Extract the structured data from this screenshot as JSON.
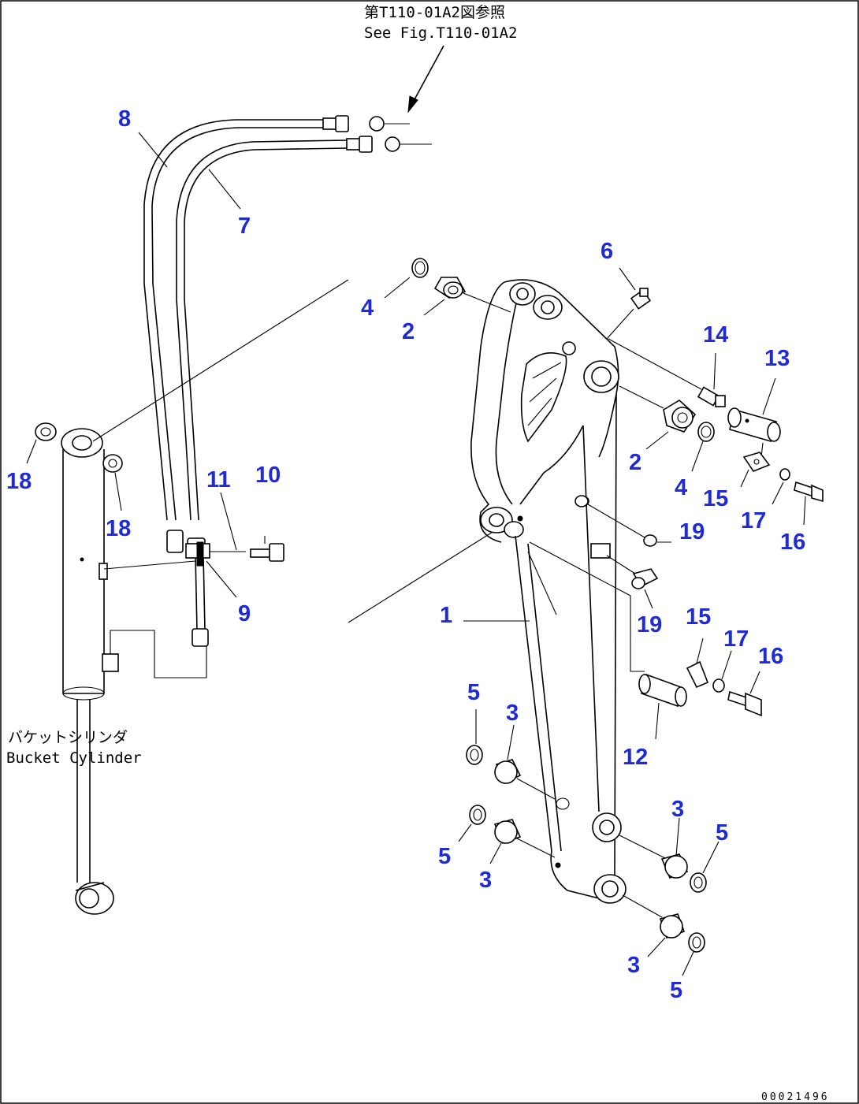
{
  "reference": {
    "line1": "第T110-01A2図参照",
    "line2": "See Fig.T110-01A2"
  },
  "component_label": {
    "line1": "バケットシリンダ",
    "line2": "Bucket Cylinder"
  },
  "document_id": "00021496",
  "callouts": [
    {
      "id": "c8",
      "text": "8"
    },
    {
      "id": "c7",
      "text": "7"
    },
    {
      "id": "c6",
      "text": "6"
    },
    {
      "id": "c4a",
      "text": "4"
    },
    {
      "id": "c2a",
      "text": "2"
    },
    {
      "id": "c14",
      "text": "14"
    },
    {
      "id": "c13",
      "text": "13"
    },
    {
      "id": "c2b",
      "text": "2"
    },
    {
      "id": "c4b",
      "text": "4"
    },
    {
      "id": "c15a",
      "text": "15"
    },
    {
      "id": "c17a",
      "text": "17"
    },
    {
      "id": "c16a",
      "text": "16"
    },
    {
      "id": "c19a",
      "text": "19"
    },
    {
      "id": "c19b",
      "text": "19"
    },
    {
      "id": "c18a",
      "text": "18"
    },
    {
      "id": "c18b",
      "text": "18"
    },
    {
      "id": "c11",
      "text": "11"
    },
    {
      "id": "c10",
      "text": "10"
    },
    {
      "id": "c9",
      "text": "9"
    },
    {
      "id": "c1",
      "text": "1"
    },
    {
      "id": "c15b",
      "text": "15"
    },
    {
      "id": "c17b",
      "text": "17"
    },
    {
      "id": "c16b",
      "text": "16"
    },
    {
      "id": "c12",
      "text": "12"
    },
    {
      "id": "c5a",
      "text": "5"
    },
    {
      "id": "c3a",
      "text": "3"
    },
    {
      "id": "c5b",
      "text": "5"
    },
    {
      "id": "c3b",
      "text": "3"
    },
    {
      "id": "c3c",
      "text": "3"
    },
    {
      "id": "c5c",
      "text": "5"
    },
    {
      "id": "c3d",
      "text": "3"
    },
    {
      "id": "c5d",
      "text": "5"
    }
  ],
  "colors": {
    "callout": "#1f2bd6",
    "linework": "#000000",
    "background": "#ffffff"
  }
}
